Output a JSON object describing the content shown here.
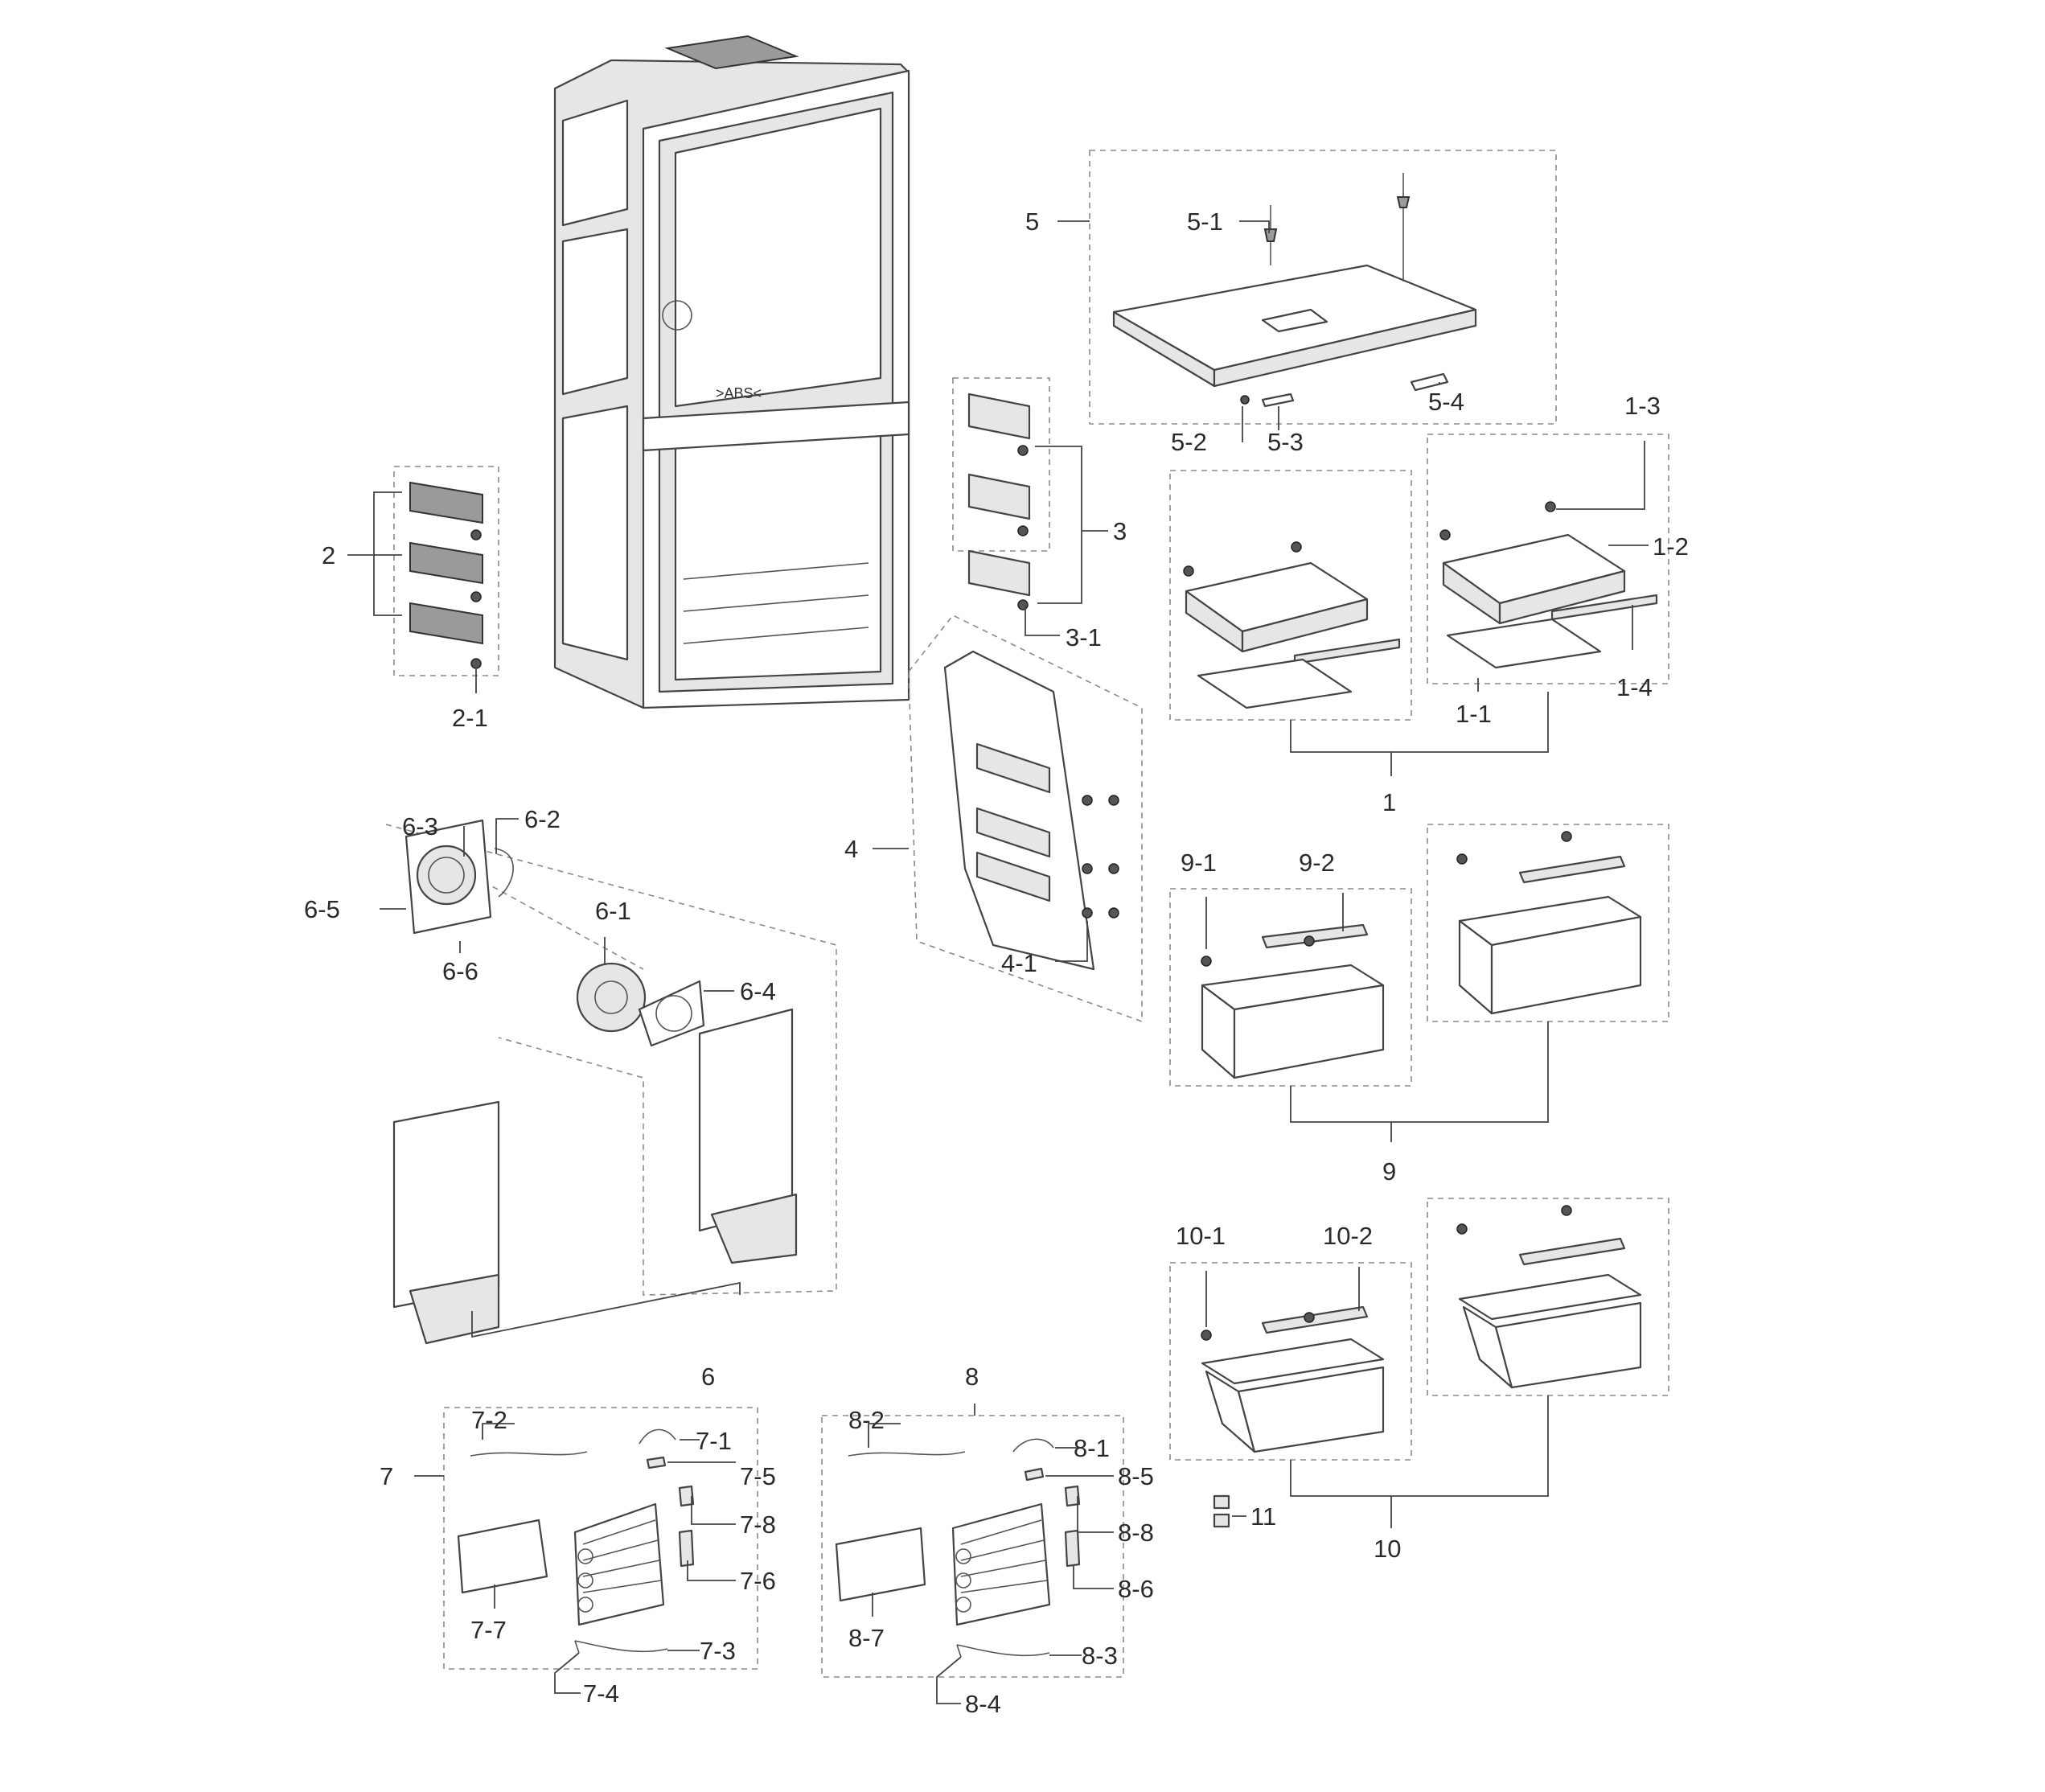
{
  "diagram": {
    "cabinet_marking": ">ABS<",
    "labels": {
      "l1": "1",
      "l1_1": "1-1",
      "l1_2": "1-2",
      "l1_3": "1-3",
      "l1_4": "1-4",
      "l2": "2",
      "l2_1": "2-1",
      "l3": "3",
      "l3_1": "3-1",
      "l4": "4",
      "l4_1": "4-1",
      "l5": "5",
      "l5_1": "5-1",
      "l5_2": "5-2",
      "l5_3": "5-3",
      "l5_4": "5-4",
      "l6": "6",
      "l6_1": "6-1",
      "l6_2": "6-2",
      "l6_3": "6-3",
      "l6_4": "6-4",
      "l6_5": "6-5",
      "l6_6": "6-6",
      "l7": "7",
      "l7_1": "7-1",
      "l7_2": "7-2",
      "l7_3": "7-3",
      "l7_4": "7-4",
      "l7_5": "7-5",
      "l7_6": "7-6",
      "l7_7": "7-7",
      "l7_8": "7-8",
      "l8": "8",
      "l8_1": "8-1",
      "l8_2": "8-2",
      "l8_3": "8-3",
      "l8_4": "8-4",
      "l8_5": "8-5",
      "l8_6": "8-6",
      "l8_7": "8-7",
      "l8_8": "8-8",
      "l9": "9",
      "l9_1": "9-1",
      "l9_2": "9-2",
      "l10": "10",
      "l10_1": "10-1",
      "l10_2": "10-2",
      "l11": "11"
    }
  }
}
